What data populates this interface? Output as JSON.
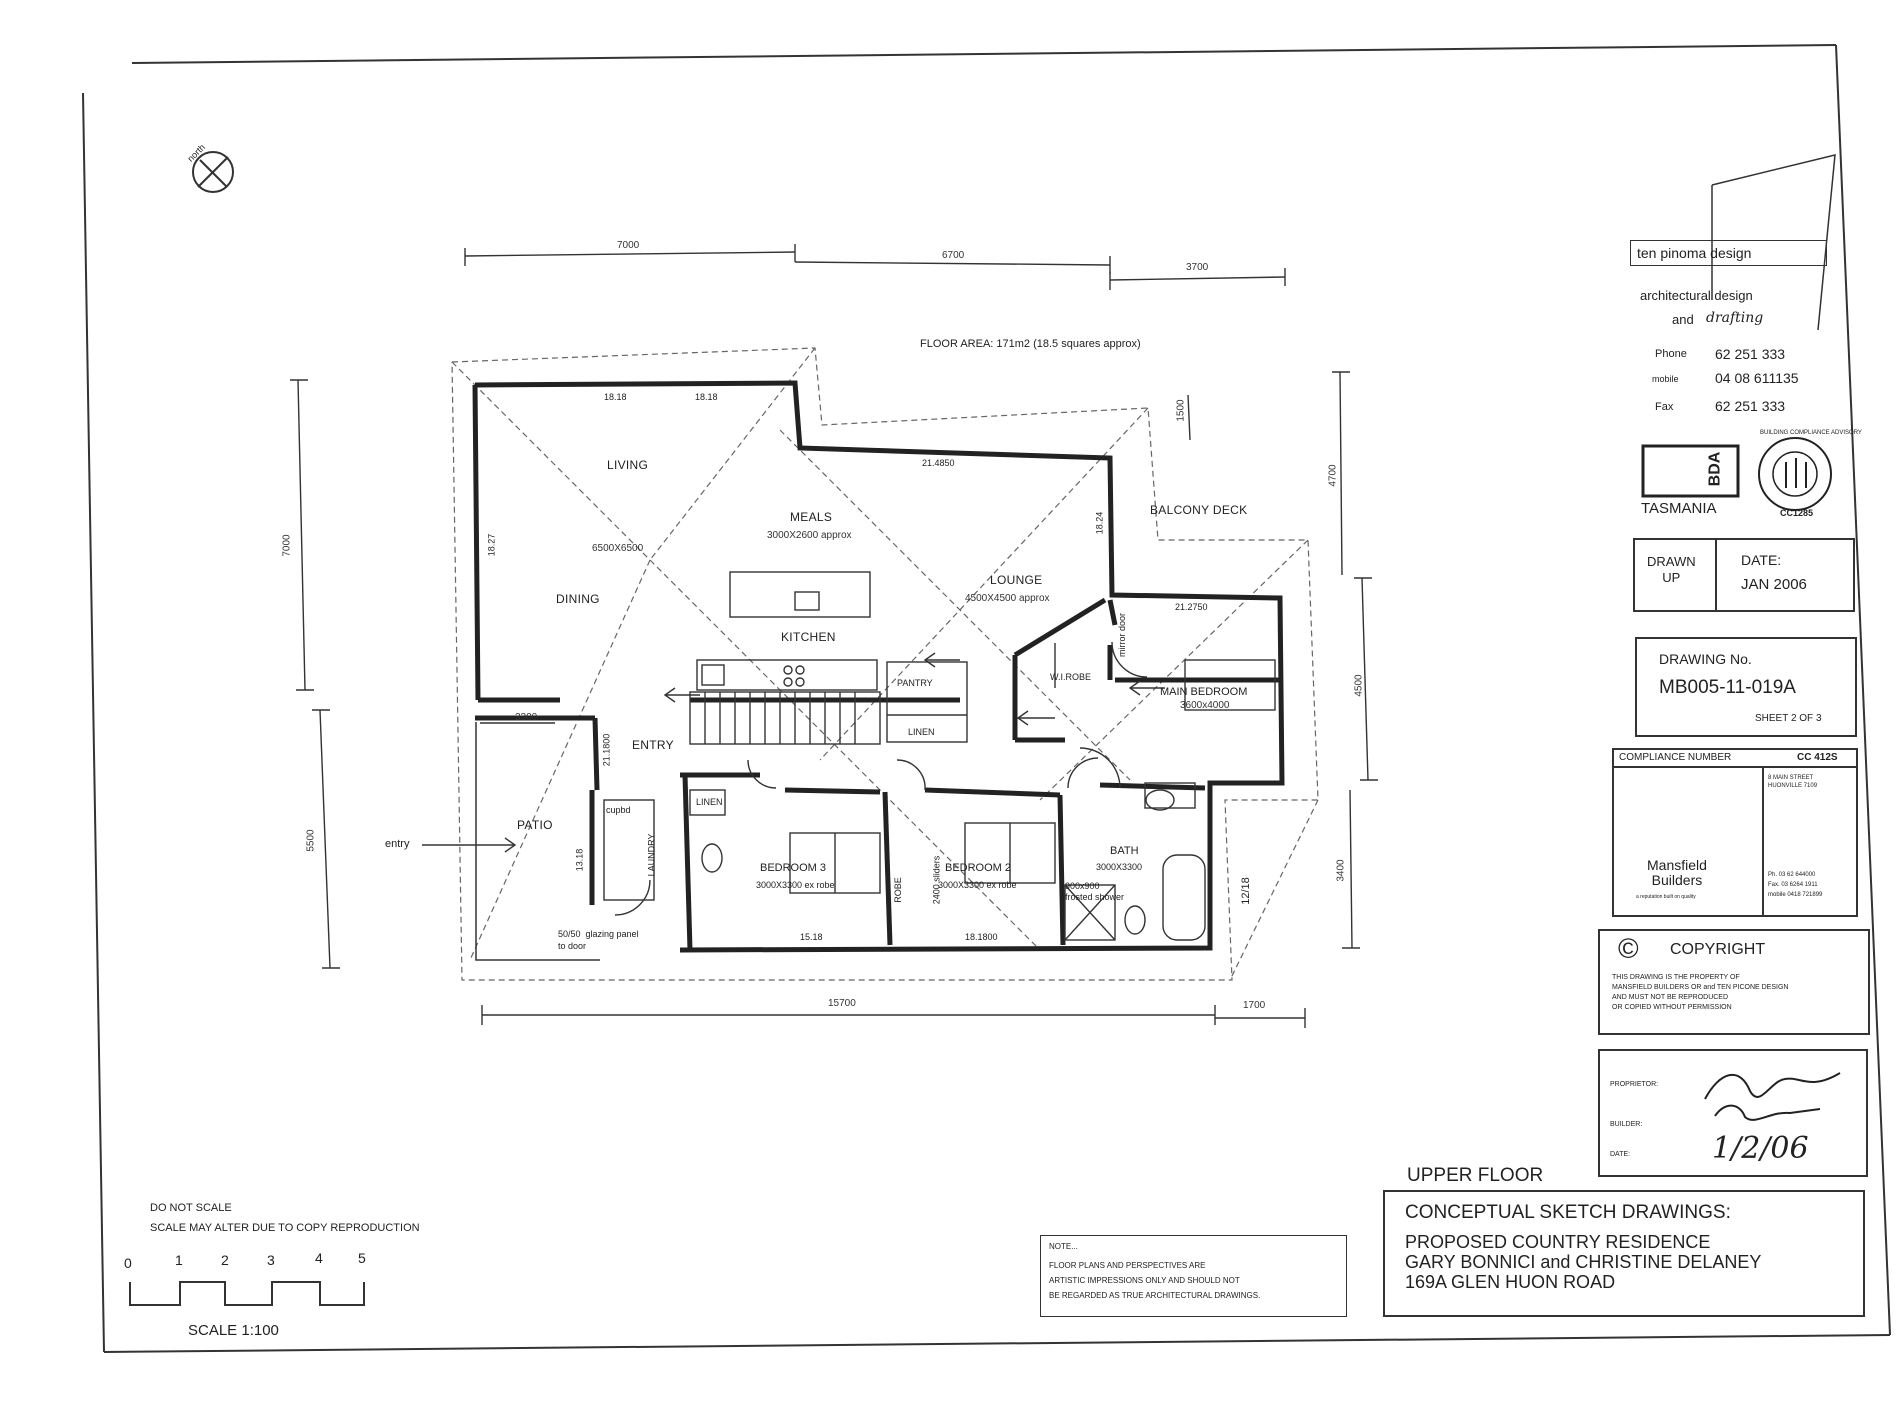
{
  "north_label": "north",
  "dimensions": {
    "top": [
      "7000",
      "6700",
      "3700"
    ],
    "left": [
      "7000",
      "5500"
    ],
    "right": [
      "4700",
      "4500",
      "3400"
    ],
    "bottom": [
      "15700",
      "1700"
    ],
    "balcony_offset": "1500",
    "patio": "3300"
  },
  "floor_area": "FLOOR AREA:  171m2  (18.5 squares approx)",
  "rooms": {
    "living": "LIVING",
    "living_size": "6500X6500",
    "dining": "DINING",
    "meals": "MEALS",
    "meals_size": "3000X2600  approx",
    "kitchen": "KITCHEN",
    "lounge": "LOUNGE",
    "lounge_size": "4500X4500  approx",
    "balcony": "BALCONY DECK",
    "pantry": "PANTRY",
    "linen1": "LINEN",
    "linen2": "LINEN",
    "wirobe": "W.I.ROBE",
    "mirror_door": "mirror door",
    "main_bed": "MAIN BEDROOM",
    "main_bed_size": "3600x4000",
    "entry": "ENTRY",
    "patio": "PATIO",
    "entry_arrow": "entry",
    "laundry": "LAUNDRY",
    "cupbd": "cupbd",
    "bed3": "BEDROOM 3",
    "bed3_size": "3000X3300  ex robe",
    "bed2": "BEDROOM 2",
    "bed2_size": "3000X3300  ex robe",
    "robe": "ROBE",
    "robe_side": "2400 sliders",
    "bath": "BATH",
    "bath_size": "3000X3300",
    "shower": "900x900\nfrosted shower",
    "glazing": "50/50  glazing panel\nto door"
  },
  "beam_labels": [
    "18.18",
    "18.18",
    "21.4850",
    "18.27",
    "18.24",
    "21.2750",
    "21.1800",
    "15.18",
    "18.1800",
    "13.18",
    "12/18"
  ],
  "firm": {
    "name": "ten pinoma  design",
    "line1": "architectural design",
    "line2": "and",
    "line2b": "drafting",
    "phone_label": "Phone",
    "phone": "62 251 333",
    "mobile_label": "mobile",
    "mobile": "04 08 611135",
    "fax_label": "Fax",
    "fax": "62 251 333"
  },
  "bda": {
    "mark": "BDA",
    "state": "TASMANIA",
    "ring": "BUILDING COMPLIANCE ADVISORY",
    "number": "CC1285"
  },
  "drawn": {
    "label": "DRAWN\nUP",
    "date_label": "DATE:",
    "date": "JAN 2006"
  },
  "drawing_no": {
    "label": "DRAWING No.",
    "value": "MB005-11-019A",
    "sheet": "SHEET 2 OF 3"
  },
  "compliance": {
    "label": "COMPLIANCE NUMBER",
    "value": "CC 412S",
    "builder": "Mansfield\nBuilders",
    "builder_tag": "a reputation built on quality",
    "side_top": "8 MAIN STREET\nHUONVILLE 7109",
    "side_ph": "Ph.  03 62 644000",
    "side_fax": "Fax. 03 6264 1911",
    "side_mobile": "mobile 0418 721899"
  },
  "copyright": {
    "symbol": "©",
    "title": "COPYRIGHT",
    "text": "THIS DRAWING IS THE PROPERTY OF\nMANSFIELD BUILDERS OR and TEN PICONE DESIGN\nAND MUST NOT BE REPRODUCED\nOR COPIED WITHOUT PERMISSION"
  },
  "signoff": {
    "proprietor": "PROPRIETOR:",
    "builder": "BUILDER:",
    "date": "DATE:",
    "date_value": "1/2/06"
  },
  "title_block": {
    "upper_floor": "UPPER FLOOR",
    "line1": "CONCEPTUAL SKETCH DRAWINGS:",
    "line2": "PROPOSED COUNTRY RESIDENCE",
    "line3": "GARY BONNICI and CHRISTINE DELANEY",
    "line4": "169A GLEN HUON ROAD"
  },
  "note": {
    "title": "NOTE...",
    "text": "FLOOR PLANS AND PERSPECTIVES ARE\nARTISTIC IMPRESSIONS ONLY AND SHOULD NOT\nBE REGARDED AS TRUE ARCHITECTURAL DRAWINGS."
  },
  "scale": {
    "line1": "DO NOT SCALE",
    "line2": "SCALE MAY ALTER DUE TO COPY REPRODUCTION",
    "ticks": [
      "0",
      "1",
      "2",
      "3",
      "4",
      "5"
    ],
    "label": "SCALE 1:100"
  }
}
